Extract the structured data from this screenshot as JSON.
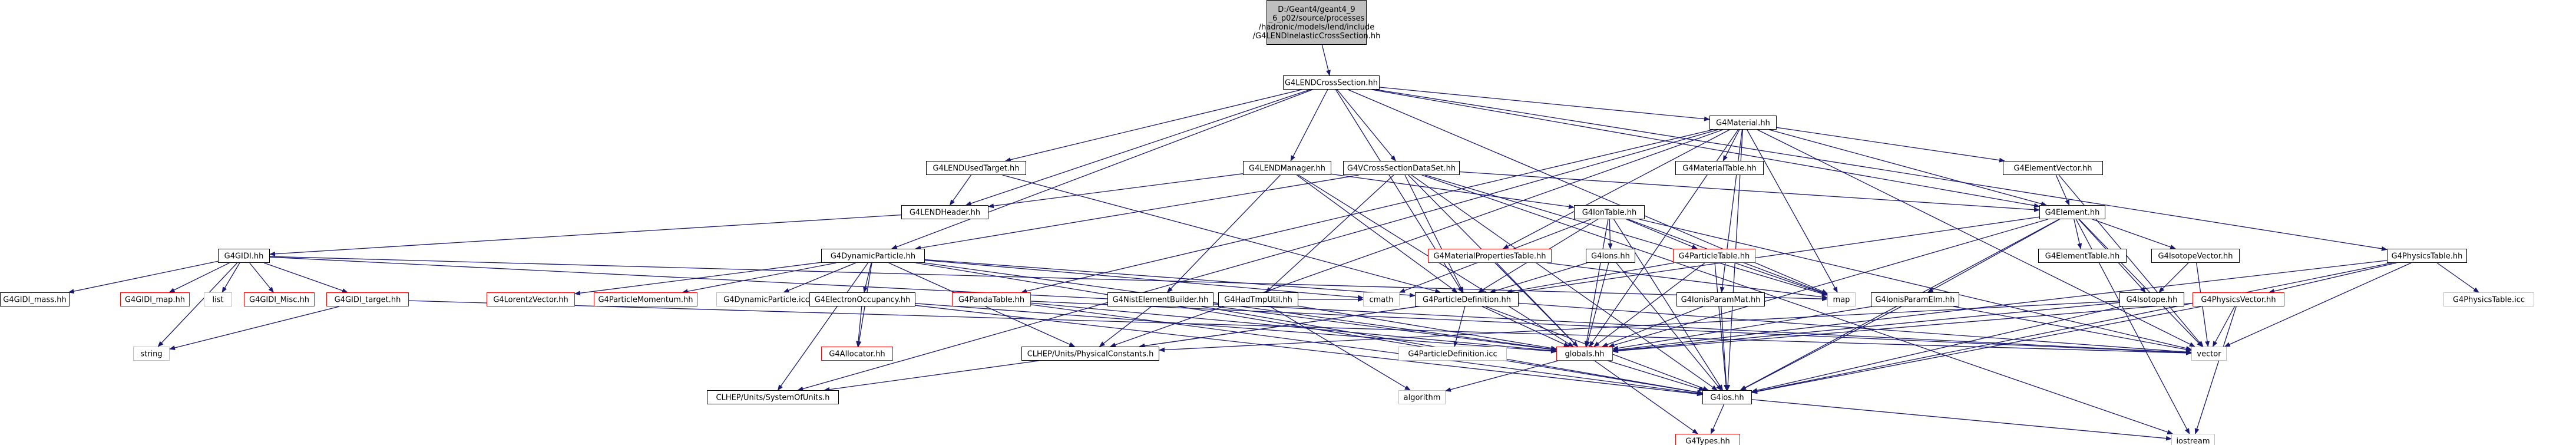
{
  "colors": {
    "edge": "#191970",
    "node_border_normal": "#000000",
    "node_border_link_missing": "#ff0000",
    "node_border_external": "#bfbfbf",
    "root_fill": "#bfbfbf",
    "node_fill": "#ffffff",
    "text": "#000000"
  },
  "nodes": {
    "root": {
      "lines": [
        "D:/Geant4/geant4_9",
        "_6_p02/source/processes",
        "/hadronic/models/lend/include",
        "/G4LENDInelasticCrossSection.hh"
      ],
      "style": "root"
    },
    "lendcs": {
      "label": "G4LENDCrossSection.hh",
      "style": "normal"
    },
    "material": {
      "label": "G4Material.hh",
      "style": "normal"
    },
    "lendused": {
      "label": "G4LENDUsedTarget.hh",
      "style": "normal"
    },
    "lendmgr": {
      "label": "G4LENDManager.hh",
      "style": "normal"
    },
    "vcsds": {
      "label": "G4VCrossSectionDataSet.hh",
      "style": "normal"
    },
    "mattable": {
      "label": "G4MaterialTable.hh",
      "style": "normal"
    },
    "elemvec": {
      "label": "G4ElementVector.hh",
      "style": "normal"
    },
    "lendheader": {
      "label": "G4LENDHeader.hh",
      "style": "normal"
    },
    "iontable": {
      "label": "G4IonTable.hh",
      "style": "normal"
    },
    "element": {
      "label": "G4Element.hh",
      "style": "normal"
    },
    "gidi": {
      "label": "G4GIDI.hh",
      "style": "normal"
    },
    "dynpart": {
      "label": "G4DynamicParticle.hh",
      "style": "normal"
    },
    "matprop": {
      "label": "G4MaterialPropertiesTable.hh",
      "style": "missing"
    },
    "g4ions": {
      "label": "G4Ions.hh",
      "style": "normal"
    },
    "parttable": {
      "label": "G4ParticleTable.hh",
      "style": "missing"
    },
    "elemtable": {
      "label": "G4ElementTable.hh",
      "style": "normal"
    },
    "isovec": {
      "label": "G4IsotopeVector.hh",
      "style": "normal"
    },
    "phystable": {
      "label": "G4PhysicsTable.hh",
      "style": "normal"
    },
    "gidimass": {
      "label": "G4GIDI_mass.hh",
      "style": "normal"
    },
    "gidimap": {
      "label": "G4GIDI_map.hh",
      "style": "missing"
    },
    "list": {
      "label": "list",
      "style": "external"
    },
    "gidimisc": {
      "label": "G4GIDI_Misc.hh",
      "style": "missing"
    },
    "giditarget": {
      "label": "G4GIDI_target.hh",
      "style": "missing"
    },
    "lorentz": {
      "label": "G4LorentzVector.hh",
      "style": "missing"
    },
    "partmom": {
      "label": "G4ParticleMomentum.hh",
      "style": "missing"
    },
    "dynicc": {
      "label": "G4DynamicParticle.icc",
      "style": "external"
    },
    "elecocc": {
      "label": "G4ElectronOccupancy.hh",
      "style": "normal"
    },
    "pandatable": {
      "label": "G4PandaTable.hh",
      "style": "missing"
    },
    "nistbuilder": {
      "label": "G4NistElementBuilder.hh",
      "style": "normal"
    },
    "hadtmputil": {
      "label": "G4HadTmpUtil.hh",
      "style": "normal"
    },
    "cmath": {
      "label": "cmath",
      "style": "external"
    },
    "partdef": {
      "label": "G4ParticleDefinition.hh",
      "style": "normal"
    },
    "map": {
      "label": "map",
      "style": "external"
    },
    "ionisparammat": {
      "label": "G4IonisParamMat.hh",
      "style": "normal"
    },
    "ionisparamelm": {
      "label": "G4IonisParamElm.hh",
      "style": "normal"
    },
    "isotope": {
      "label": "G4Isotope.hh",
      "style": "normal"
    },
    "physvec": {
      "label": "G4PhysicsVector.hh",
      "style": "missing"
    },
    "phystableicc": {
      "label": "G4PhysicsTable.icc",
      "style": "external"
    },
    "string": {
      "label": "string",
      "style": "external"
    },
    "allocator": {
      "label": "G4Allocator.hh",
      "style": "missing"
    },
    "physconst": {
      "label": "CLHEP/Units/PhysicalConstants.h",
      "style": "normal"
    },
    "partdeficc": {
      "label": "G4ParticleDefinition.icc",
      "style": "external"
    },
    "globals": {
      "label": "globals.hh",
      "style": "missing"
    },
    "vector": {
      "label": "vector",
      "style": "external"
    },
    "sysunits": {
      "label": "CLHEP/Units/SystemOfUnits.h",
      "style": "normal"
    },
    "algorithm": {
      "label": "algorithm",
      "style": "external"
    },
    "g4ios": {
      "label": "G4ios.hh",
      "style": "normal"
    },
    "iostream": {
      "label": "iostream",
      "style": "external"
    },
    "g4types": {
      "label": "G4Types.hh",
      "style": "missing"
    }
  },
  "edges": [
    [
      "root",
      "lendcs"
    ],
    [
      "lendcs",
      "material"
    ],
    [
      "lendcs",
      "lendused"
    ],
    [
      "lendcs",
      "lendmgr"
    ],
    [
      "lendcs",
      "vcsds"
    ],
    [
      "lendcs",
      "lendheader"
    ],
    [
      "lendcs",
      "dynpart"
    ],
    [
      "lendcs",
      "element"
    ],
    [
      "lendcs",
      "phystable"
    ],
    [
      "lendcs",
      "map"
    ],
    [
      "lendcs",
      "partdef"
    ],
    [
      "material",
      "mattable"
    ],
    [
      "material",
      "elemvec"
    ],
    [
      "material",
      "element"
    ],
    [
      "material",
      "matprop"
    ],
    [
      "material",
      "ionisparammat"
    ],
    [
      "material",
      "pandatable"
    ],
    [
      "material",
      "map"
    ],
    [
      "material",
      "globals"
    ],
    [
      "material",
      "vector"
    ],
    [
      "material",
      "g4ios"
    ],
    [
      "material",
      "sysunits"
    ],
    [
      "material",
      "physconst"
    ],
    [
      "lendused",
      "lendheader"
    ],
    [
      "lendused",
      "partdef"
    ],
    [
      "lendmgr",
      "lendheader"
    ],
    [
      "lendmgr",
      "iontable"
    ],
    [
      "lendmgr",
      "nistbuilder"
    ],
    [
      "lendmgr",
      "partdef"
    ],
    [
      "lendmgr",
      "globals"
    ],
    [
      "vcsds",
      "element"
    ],
    [
      "vcsds",
      "partdef"
    ],
    [
      "vcsds",
      "hadtmputil"
    ],
    [
      "vcsds",
      "dynpart"
    ],
    [
      "vcsds",
      "globals"
    ],
    [
      "vcsds",
      "g4ios"
    ],
    [
      "vcsds",
      "map"
    ],
    [
      "vcsds",
      "iostream"
    ],
    [
      "elemvec",
      "element"
    ],
    [
      "elemvec",
      "vector"
    ],
    [
      "lendheader",
      "gidi"
    ],
    [
      "iontable",
      "g4ions"
    ],
    [
      "iontable",
      "parttable"
    ],
    [
      "iontable",
      "partdef"
    ],
    [
      "iontable",
      "cmath"
    ],
    [
      "iontable",
      "map"
    ],
    [
      "iontable",
      "vector"
    ],
    [
      "iontable",
      "globals"
    ],
    [
      "iontable",
      "g4ios"
    ],
    [
      "element",
      "elemtable"
    ],
    [
      "element",
      "isovec"
    ],
    [
      "element",
      "ionisparamelm"
    ],
    [
      "element",
      "isotope"
    ],
    [
      "element",
      "globals"
    ],
    [
      "element",
      "vector"
    ],
    [
      "element",
      "g4ios"
    ],
    [
      "element",
      "physconst"
    ],
    [
      "element",
      "iostream"
    ],
    [
      "gidi",
      "gidimass"
    ],
    [
      "gidi",
      "gidimap"
    ],
    [
      "gidi",
      "list"
    ],
    [
      "gidi",
      "gidimisc"
    ],
    [
      "gidi",
      "giditarget"
    ],
    [
      "gidi",
      "string"
    ],
    [
      "gidi",
      "map"
    ],
    [
      "gidi",
      "vector"
    ],
    [
      "dynpart",
      "lorentz"
    ],
    [
      "dynpart",
      "partmom"
    ],
    [
      "dynpart",
      "dynicc"
    ],
    [
      "dynpart",
      "elecocc"
    ],
    [
      "dynpart",
      "partdef"
    ],
    [
      "dynpart",
      "cmath"
    ],
    [
      "dynpart",
      "allocator"
    ],
    [
      "dynpart",
      "globals"
    ],
    [
      "dynpart",
      "sysunits"
    ],
    [
      "dynpart",
      "physconst"
    ],
    [
      "dynpart",
      "g4ios"
    ],
    [
      "matprop",
      "map"
    ],
    [
      "matprop",
      "globals"
    ],
    [
      "g4ions",
      "partdef"
    ],
    [
      "g4ions",
      "globals"
    ],
    [
      "g4ions",
      "g4ios"
    ],
    [
      "parttable",
      "partdef"
    ],
    [
      "parttable",
      "map"
    ],
    [
      "parttable",
      "globals"
    ],
    [
      "parttable",
      "g4ios"
    ],
    [
      "isovec",
      "isotope"
    ],
    [
      "isovec",
      "vector"
    ],
    [
      "phystable",
      "physvec"
    ],
    [
      "phystable",
      "phystableicc"
    ],
    [
      "phystable",
      "vector"
    ],
    [
      "phystable",
      "globals"
    ],
    [
      "phystable",
      "g4ios"
    ],
    [
      "giditarget",
      "string"
    ],
    [
      "giditarget",
      "vector"
    ],
    [
      "elecocc",
      "allocator"
    ],
    [
      "elecocc",
      "globals"
    ],
    [
      "elecocc",
      "g4ios"
    ],
    [
      "pandatable",
      "globals"
    ],
    [
      "pandatable",
      "vector"
    ],
    [
      "pandatable",
      "g4ios"
    ],
    [
      "nistbuilder",
      "globals"
    ],
    [
      "nistbuilder",
      "g4ios"
    ],
    [
      "nistbuilder",
      "physconst"
    ],
    [
      "hadtmputil",
      "globals"
    ],
    [
      "hadtmputil",
      "cmath"
    ],
    [
      "hadtmputil",
      "algorithm"
    ],
    [
      "partdef",
      "partdeficc"
    ],
    [
      "partdef",
      "globals"
    ],
    [
      "partdef",
      "vector"
    ],
    [
      "partdef",
      "physconst"
    ],
    [
      "partdef",
      "g4ios"
    ],
    [
      "ionisparammat",
      "globals"
    ],
    [
      "ionisparammat",
      "g4ios"
    ],
    [
      "ionisparamelm",
      "globals"
    ],
    [
      "ionisparamelm",
      "vector"
    ],
    [
      "ionisparamelm",
      "g4ios"
    ],
    [
      "isotope",
      "globals"
    ],
    [
      "isotope",
      "g4ios"
    ],
    [
      "isotope",
      "physconst"
    ],
    [
      "physvec",
      "globals"
    ],
    [
      "physvec",
      "vector"
    ],
    [
      "physvec",
      "g4ios"
    ],
    [
      "physvec",
      "iostream"
    ],
    [
      "physconst",
      "sysunits"
    ],
    [
      "globals",
      "g4ios"
    ],
    [
      "globals",
      "algorithm"
    ],
    [
      "globals",
      "g4types"
    ],
    [
      "g4ios",
      "iostream"
    ],
    [
      "g4ios",
      "g4types"
    ]
  ]
}
